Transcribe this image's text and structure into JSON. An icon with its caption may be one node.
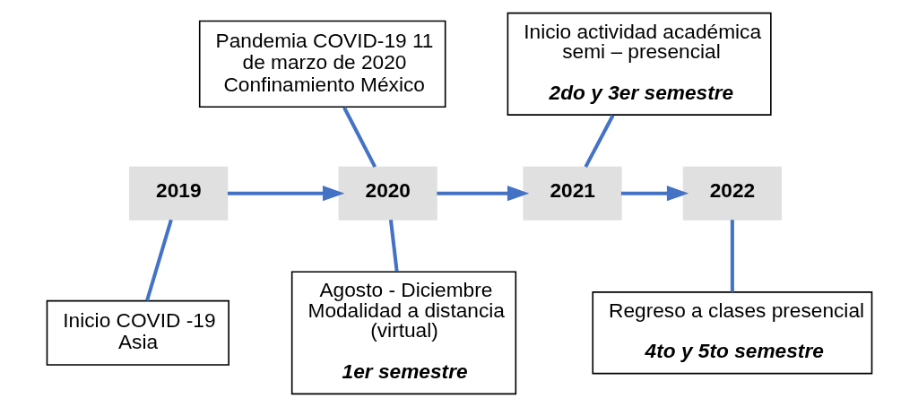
{
  "diagram": {
    "nodes": [
      {
        "text": [
          "Pandemia COVID-19 11 de marzo de 2020 Confinamiento México"
        ]
      },
      {
        "text": [
          "Inicio actividad académica semi – presencial",
          "2do y 3er semestre"
        ]
      },
      {
        "text": [
          "2019"
        ]
      },
      {
        "text": [
          "2020"
        ]
      },
      {
        "text": [
          "2021"
        ]
      },
      {
        "text": [
          "2022"
        ]
      },
      {
        "text": [
          "Inicio COVID -19 Asia"
        ]
      },
      {
        "text": [
          "Agosto - Diciembre Modalidad a distancia (virtual)",
          "1er semestre"
        ]
      },
      {
        "text": [
          "Regreso a clases presencial",
          "4to y 5to semestre"
        ]
      }
    ],
    "edges": [
      {
        "from": 2,
        "to": 3,
        "arrow": "to"
      },
      {
        "from": 3,
        "to": 4,
        "arrow": "to"
      },
      {
        "from": 4,
        "to": 5,
        "arrow": "to"
      },
      {
        "from": 0,
        "to": 3,
        "arrow": "none"
      },
      {
        "from": 1,
        "to": 4,
        "arrow": "none"
      },
      {
        "from": 2,
        "to": 6,
        "arrow": "none"
      },
      {
        "from": 3,
        "to": 7,
        "arrow": "none"
      },
      {
        "from": 5,
        "to": 8,
        "arrow": "none"
      }
    ]
  }
}
